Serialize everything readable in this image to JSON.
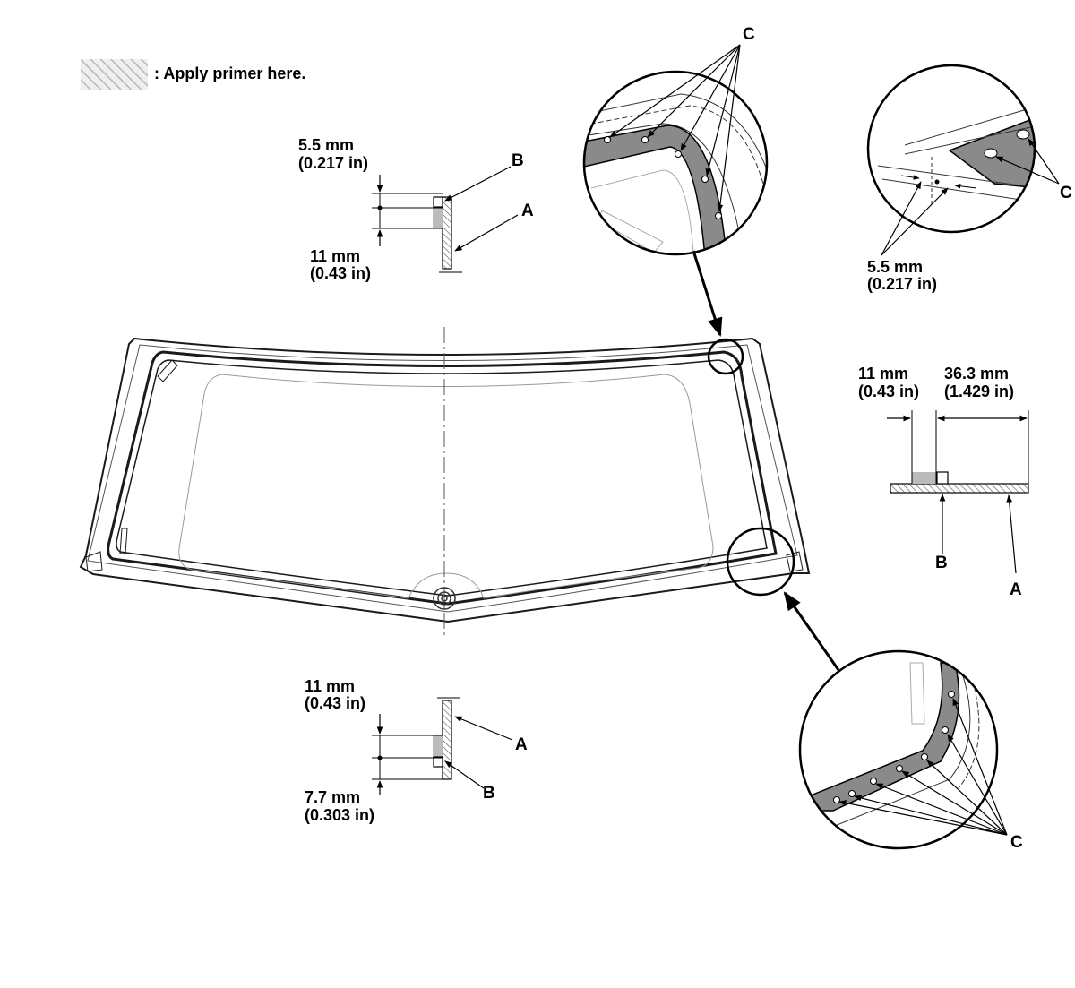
{
  "legend": {
    "text": ": Apply primer here."
  },
  "callouts": {
    "a": "A",
    "b": "B",
    "c": "C"
  },
  "dimensions": {
    "top_small_mm": "5.5 mm",
    "top_small_in": "(0.217 in)",
    "top_width_mm": "11 mm",
    "top_width_in": "(0.43 in)",
    "side_width_mm": "11 mm",
    "side_width_in": "(0.43 in)",
    "side_offset_mm": "36.3 mm",
    "side_offset_in": "(1.429 in)",
    "bottom_width_mm": "11 mm",
    "bottom_width_in": "(0.43 in)",
    "bottom_small_mm": "7.7 mm",
    "bottom_small_in": "(0.303 in)",
    "detail_spacing_mm": "5.5 mm",
    "detail_spacing_in": "(0.217 in)"
  },
  "colors": {
    "ink": "#1a1a1a",
    "primer_band": "#8a8a8a",
    "hatch": "#b8b8b8",
    "glass_outline": "#999999"
  }
}
